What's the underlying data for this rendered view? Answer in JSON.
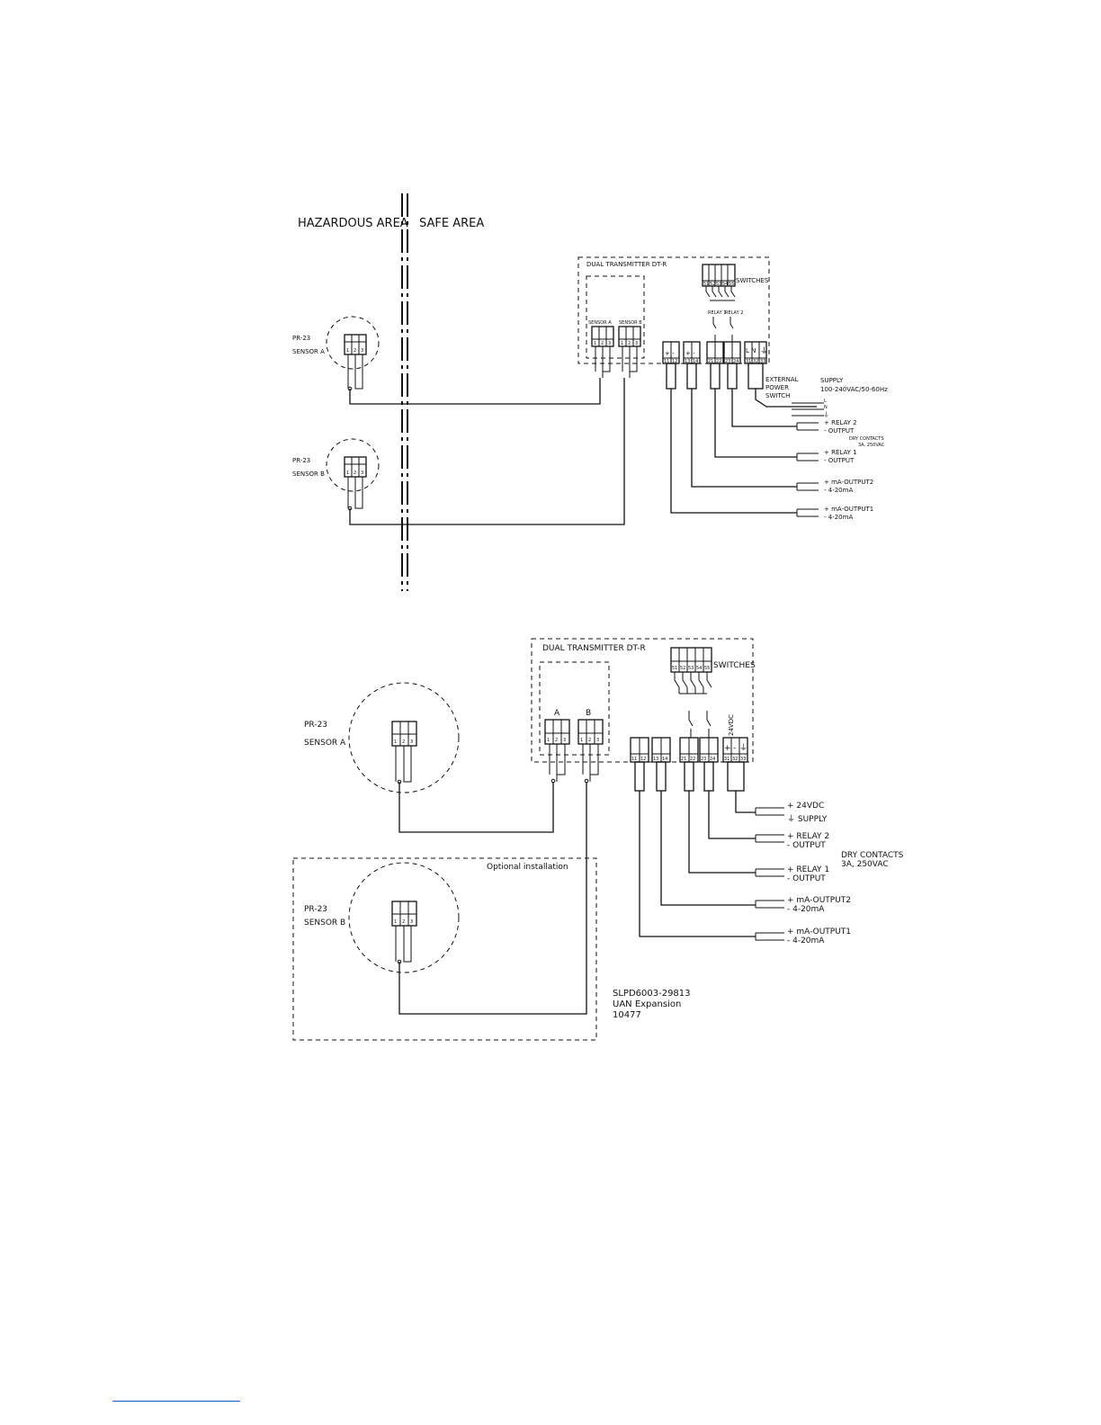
{
  "top": {
    "hazardous_area": "HAZARDOUS AREA",
    "safe_area": "SAFE AREA",
    "transmitter_title": "DUAL TRANSMITTER DT-R",
    "switches_label": "SWITCHES",
    "switch_numbers": [
      "51",
      "52",
      "53",
      "54",
      "55"
    ],
    "sensor_a_box": "SENSOR A",
    "sensor_b_box": "SENSOR B",
    "sensor_a_type": "PR-23",
    "sensor_a_name": "SENSOR A",
    "sensor_b_type": "PR-23",
    "sensor_b_name": "SENSOR B",
    "relay1_label": "RELAY 1",
    "relay2_label": "RELAY 2",
    "pins_123": [
      "1",
      "2",
      "3"
    ],
    "terminal_numbers": [
      "11",
      "12",
      "13",
      "14",
      "21",
      "22",
      "23",
      "24",
      "31",
      "32",
      "33"
    ],
    "plus_minus": "+  -",
    "lnpe": "L  N",
    "external_power_switch": [
      "EXTERNAL",
      "POWER",
      "SWITCH"
    ],
    "supply_label": "SUPPLY",
    "supply_spec": "100-240VAC/50-60Hz",
    "supply_lines": [
      "L",
      "N",
      "⏚"
    ],
    "outputs": {
      "relay2": [
        "+ RELAY 2",
        "- OUTPUT"
      ],
      "dry_contacts": [
        "DRY CONTACTS",
        "3A, 250VAC"
      ],
      "relay1": [
        "+ RELAY 1",
        "- OUTPUT"
      ],
      "ma2": [
        "+ mA-OUTPUT2",
        "- 4-20mA"
      ],
      "ma1": [
        "+ mA-OUTPUT1",
        "- 4-20mA"
      ]
    }
  },
  "bottom": {
    "transmitter_title": "DUAL TRANSMITTER DT-R",
    "switches_label": "SWITCHES",
    "switch_numbers": [
      "51",
      "52",
      "53",
      "54",
      "55"
    ],
    "box_a": "A",
    "box_b": "B",
    "vdc_vertical": "24VDC",
    "sensor_a_type": "PR-23",
    "sensor_a_name": "SENSOR A",
    "sensor_b_type": "PR-23",
    "sensor_b_name": "SENSOR B",
    "optional_installation": "Optional installation",
    "pins_123": [
      "1",
      "2",
      "3"
    ],
    "terminal_numbers": [
      "11",
      "12",
      "13",
      "14",
      "21",
      "22",
      "23",
      "24",
      "31",
      "32",
      "33"
    ],
    "outputs": {
      "supply": [
        "+ 24VDC",
        "⏚ SUPPLY"
      ],
      "relay2": [
        "+ RELAY 2",
        "- OUTPUT"
      ],
      "dry_contacts": [
        "DRY CONTACTS",
        "3A, 250VAC"
      ],
      "relay1": [
        "+ RELAY 1",
        "- OUTPUT"
      ],
      "ma2": [
        "+ mA-OUTPUT2",
        "- 4-20mA"
      ],
      "ma1": [
        "+ mA-OUTPUT1",
        "- 4-20mA"
      ]
    },
    "reference_lines": [
      "SLPD6003-29813",
      "UAN Expansion",
      "10477"
    ]
  }
}
